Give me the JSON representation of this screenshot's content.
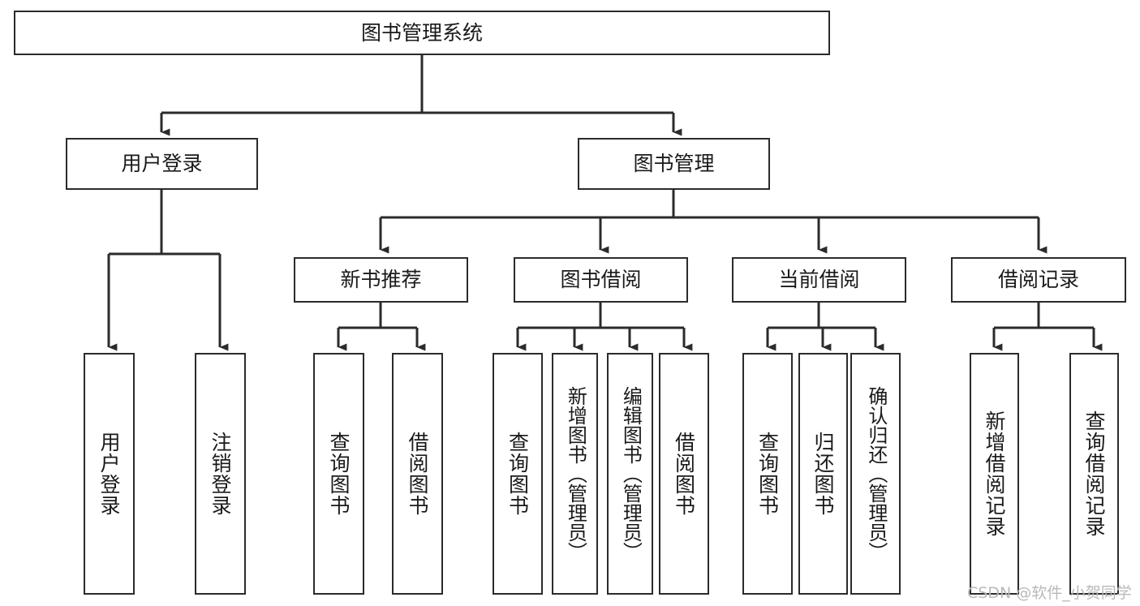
{
  "diagram": {
    "title": "图书管理系统",
    "type": "tree-hierarchy-chart",
    "watermark": "CSDN @软件_小贺同学",
    "colors": {
      "background": "#ffffff",
      "box_border": "#2b2b2b",
      "connector": "#2b2b2b",
      "text": "#1a1a1a",
      "watermark": "#b9b9b9"
    },
    "nodes": {
      "root": {
        "label": "图书管理系统"
      },
      "level2": [
        {
          "label": "用户登录"
        },
        {
          "label": "图书管理"
        }
      ],
      "level3": [
        {
          "label": "新书推荐"
        },
        {
          "label": "图书借阅"
        },
        {
          "label": "当前借阅"
        },
        {
          "label": "借阅记录"
        }
      ],
      "leaves": {
        "user_login": [
          {
            "label": "用户登录"
          },
          {
            "label": "注销登录"
          }
        ],
        "new_book_recommend": [
          {
            "label": "查询图书"
          },
          {
            "label": "借阅图书"
          }
        ],
        "book_borrow": [
          {
            "label": "查询图书"
          },
          {
            "label": "新增图书（管理员）"
          },
          {
            "label": "编辑图书（管理员）"
          },
          {
            "label": "借阅图书"
          }
        ],
        "current_borrow": [
          {
            "label": "查询图书"
          },
          {
            "label": "归还图书"
          },
          {
            "label": "确认归还（管理员）"
          }
        ],
        "borrow_record": [
          {
            "label": "新增借阅记录"
          },
          {
            "label": "查询借阅记录"
          }
        ]
      }
    }
  }
}
